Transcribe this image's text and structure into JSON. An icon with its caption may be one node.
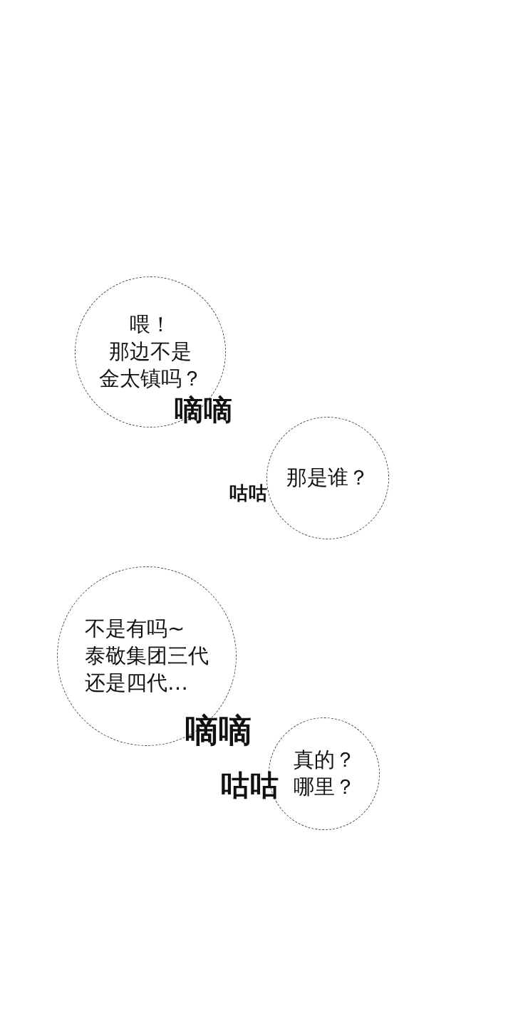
{
  "diagram": {
    "nodes": [
      {
        "text": [
          "喂！那边不是金太镇吗？"
        ]
      },
      {
        "text": [
          "那是谁？"
        ]
      },
      {
        "text": [
          "不是有吗~泰敬集团三代还是四代…"
        ]
      },
      {
        "text": [
          "真的？哪里？"
        ]
      }
    ],
    "labels": [
      "嘀嘀",
      "咕咕",
      "嘀嘀",
      "咕咕"
    ]
  }
}
